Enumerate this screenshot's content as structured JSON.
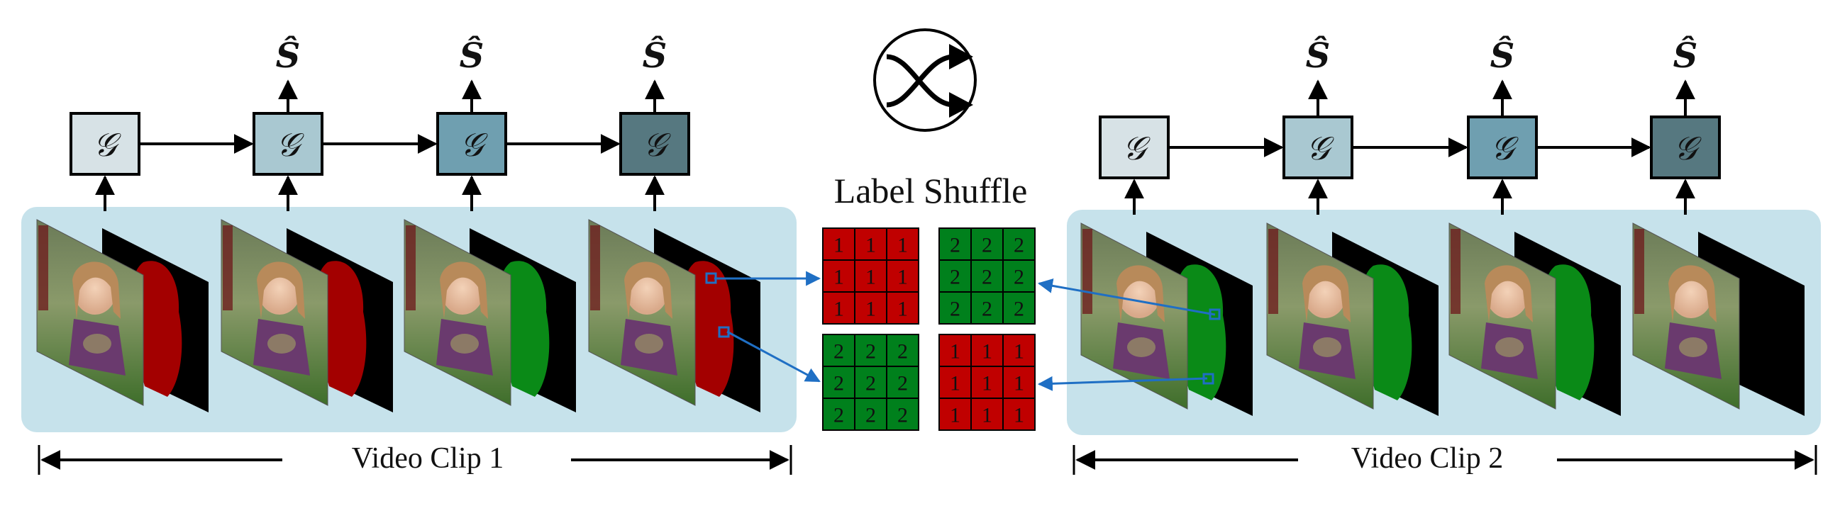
{
  "module_symbol": "𝒢",
  "output_symbol": "Ŝ",
  "shuffle_label": "Label Shuffle",
  "clip1_label": "Video Clip 1",
  "clip2_label": "Video Clip 2",
  "clip1_module_colors": [
    "#d7e2e6",
    "#a9c8d1",
    "#6f9fb0",
    "#567880"
  ],
  "clip2_module_colors": [
    "#d7e2e6",
    "#a9c8d1",
    "#6f9fb0",
    "#567880"
  ],
  "clip1_masks": [
    "red",
    "red",
    "green",
    "red"
  ],
  "clip2_masks": [
    "green",
    "green",
    "green",
    "none"
  ],
  "grids": {
    "top_left": {
      "color": "#c00000",
      "values": [
        "1",
        "1",
        "1",
        "1",
        "1",
        "1",
        "1",
        "1",
        "1"
      ]
    },
    "top_right": {
      "color": "#00801c",
      "values": [
        "2",
        "2",
        "2",
        "2",
        "2",
        "2",
        "2",
        "2",
        "2"
      ]
    },
    "bottom_left": {
      "color": "#00801c",
      "values": [
        "2",
        "2",
        "2",
        "2",
        "2",
        "2",
        "2",
        "2",
        "2"
      ]
    },
    "bottom_right": {
      "color": "#c00000",
      "values": [
        "1",
        "1",
        "1",
        "1",
        "1",
        "1",
        "1",
        "1",
        "1"
      ]
    }
  },
  "colors": {
    "clip_background": "#c6e2eb",
    "arrow_blue": "#1f6fc4",
    "mask_red": "#a30000",
    "mask_green": "#0a8a17"
  }
}
